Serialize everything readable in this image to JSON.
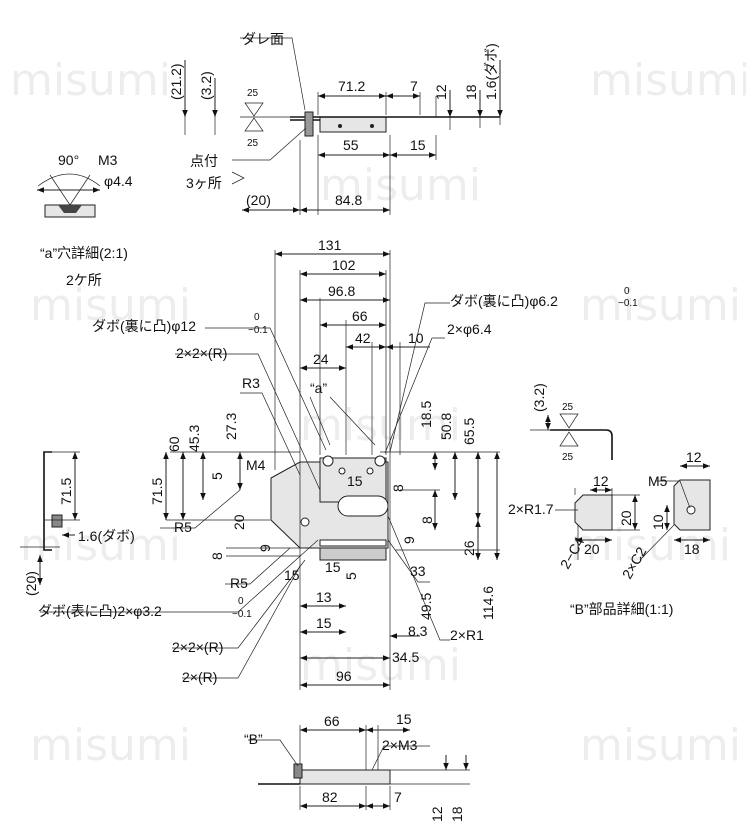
{
  "watermark": "misumi",
  "top_view": {
    "weld_label": "ダレ面",
    "spot_label_1": "点付",
    "spot_label_2": "3ヶ所",
    "dims": {
      "d21_2": "(21.2)",
      "d3_2": "(3.2)",
      "d71_2": "71.2",
      "d7": "7",
      "d12": "12",
      "d18": "18",
      "dabo_side": "1.6(ダボ)",
      "d55": "55",
      "d15": "15",
      "d20": "(20)",
      "d84_8": "84.8",
      "surf_a": "25",
      "surf_b": "25"
    }
  },
  "hole_detail": {
    "angle": "90°",
    "thread": "M3",
    "dia": "φ4.4",
    "caption_1": "“a”穴詳細(2:1)",
    "caption_2": "2ケ所"
  },
  "front_view": {
    "d131": "131",
    "d102": "102",
    "d96_8": "96.8",
    "d66": "66",
    "d42": "42",
    "d10": "10",
    "d24": "24",
    "hole_6_4": "2×φ6.4",
    "dabo_back_62": "ダボ(裏に凸)φ6.2",
    "dabo_back_62_tol_up": "0",
    "dabo_back_62_tol_dn": "−0.1",
    "dabo_back_12": "ダボ(裏に凸)φ12",
    "dabo_back_12_tol_up": "0",
    "dabo_back_12_tol_dn": "−0.1",
    "r_2x2": "2×2×(R)",
    "r3": "R3",
    "a_mark": "“a”",
    "d60": "60",
    "d45_3": "45.3",
    "d27_3": "27.3",
    "d5a": "5",
    "d71_5": "71.5",
    "m4": "M4",
    "r5a": "R5",
    "d20": "20",
    "d8a": "8",
    "d9": "9",
    "r5b": "R5",
    "d15a": "15",
    "d18_5": "18.5",
    "d50_8": "50.8",
    "d65_5": "65.5",
    "d15b": "15",
    "d8b": "8",
    "d8c": "8",
    "d9b": "9",
    "d26": "26",
    "d15c": "15",
    "d5b": "5",
    "d33": "33",
    "d49_5": "49.5",
    "d114_6": "114.6",
    "d13": "13",
    "d15d": "15",
    "d8_3": "8.3",
    "d34_5": "34.5",
    "r1": "2×R1",
    "dabo_front": "ダボ(表に凸)2×φ3.2",
    "dabo_front_tol_up": "0",
    "dabo_front_tol_dn": "−0.1",
    "r_2x2b": "2×2×(R)",
    "r_2": "2×(R)",
    "d96": "96"
  },
  "side_view": {
    "d71_5": "71.5",
    "dabo": "1.6(ダボ)",
    "d20": "(20)"
  },
  "small_side": {
    "d3_2": "(3.2)",
    "s25a": "25",
    "s25b": "25"
  },
  "part_b_detail": {
    "d12a": "12",
    "d12b": "12",
    "m5": "M5",
    "r1_7": "2×R1.7",
    "d20a": "20",
    "d10": "10",
    "c4": "2−C4",
    "d20b": "20",
    "c2": "2×C2",
    "d18": "18",
    "caption": "“B”部品詳細(1:1)"
  },
  "bottom_view": {
    "b_label": "“B”",
    "d66": "66",
    "d15": "15",
    "m3": "2×M3",
    "d82": "82",
    "d7": "7",
    "d12": "12",
    "d18": "18"
  }
}
